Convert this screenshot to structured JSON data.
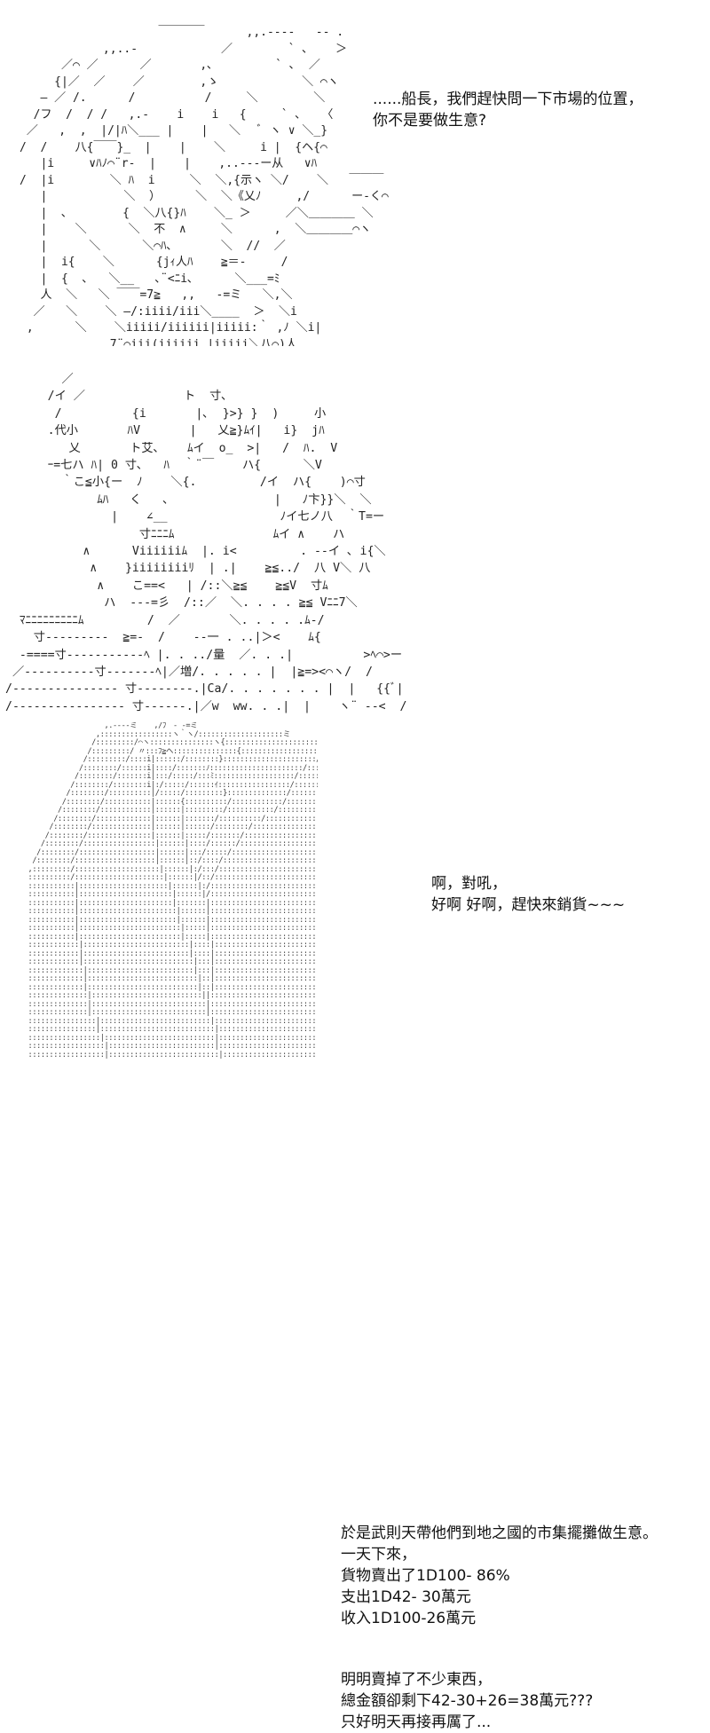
{
  "panel_1": {
    "dialogue": [
      "......船長，我們趕快問一下市場的位置，",
      "你不是要做生意?"
    ]
  },
  "panel_2": {
    "dialogue": [
      "啊，對吼，",
      "好啊 好啊，趕快來銷貨~~~"
    ]
  },
  "panel_3": {
    "dialogue_a": [
      "於是武則天帶他們到地之國的市集擺攤做生意。",
      "一天下來，",
      "貨物賣出了1D100- 86%",
      "支出1D42- 30萬元",
      "收入1D100-26萬元"
    ],
    "dialogue_b": [
      "明明賣掉了不少東西，",
      "總金額卻剩下42-30+26=38萬元???",
      "只好明天再接再厲了..."
    ]
  }
}
